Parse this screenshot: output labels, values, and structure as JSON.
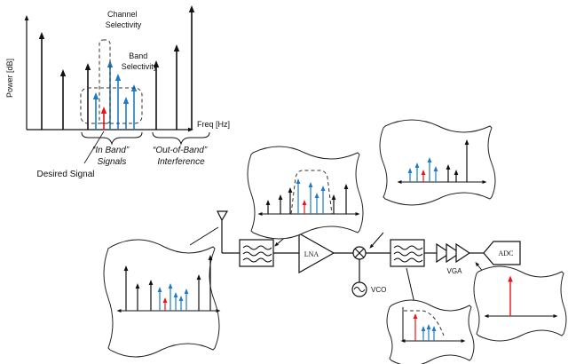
{
  "spectrum": {
    "ylabel": "Power [dB]",
    "xlabel": "Freq [Hz]",
    "channel_selectivity": [
      "Channel",
      "Selectivity"
    ],
    "band_selectivity": [
      "Band",
      "Selectivity"
    ],
    "in_band": [
      "“In Band”",
      "Signals"
    ],
    "out_of_band": [
      "“Out-of-Band”",
      "Interference"
    ],
    "desired_signal": "Desired Signal"
  },
  "blocks": {
    "lna": "LNA",
    "vco": "VCO",
    "vga": "VGA",
    "adc": "ADC"
  },
  "colors": {
    "desired": "#e8141b",
    "in_band": "#1f7cc4",
    "blocker": "#111111"
  }
}
